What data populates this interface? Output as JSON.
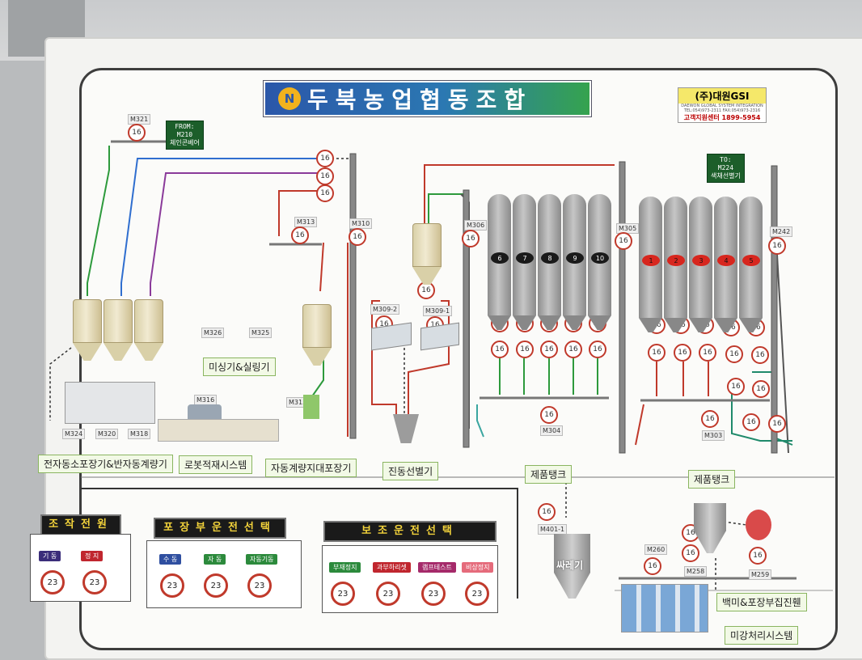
{
  "title": "두북농업협동조합",
  "emblem": "N",
  "brand": {
    "logo": "(주)대원GSI",
    "tagline": "DAEWON GLOBAL SYSTEM INTEGRATION",
    "tel_line": "TEL:054)973-2311 FAX:054)973-2316",
    "support": "고객지원센터",
    "phone": "1899-5954"
  },
  "badge_value": "16",
  "from_box": {
    "line1": "FROM:",
    "line2": "M210",
    "line3": "체인콘베어"
  },
  "to_box": {
    "line1": "TO:",
    "line2": "M224",
    "line3": "색채선별기"
  },
  "tags": {
    "m321": "M321",
    "m313": "M313",
    "m310": "M310",
    "m326": "M326",
    "m325": "M325",
    "m316": "M316",
    "m315": "M315",
    "m324": "M324",
    "m320": "M320",
    "m318": "M318",
    "m306": "M306",
    "m305": "M305",
    "m242": "M242",
    "m309_2": "M309-2",
    "m309_1": "M309-1",
    "m304": "M304",
    "m303": "M303",
    "m401_1": "M401-1",
    "m260": "M260",
    "m258": "M258",
    "m259": "M259"
  },
  "silos_left": [
    "6",
    "7",
    "8",
    "9",
    "10"
  ],
  "silos_right": [
    "1",
    "2",
    "3",
    "4",
    "5"
  ],
  "area_labels": {
    "packing": "전자동소포장기&반자동계량기",
    "robot": "로봇적재시스템",
    "auto_weigh": "자동계량지대포장기",
    "sealing": "미싱기&실링기",
    "vibro": "진동선별기",
    "product_tank_1": "제품탱크",
    "product_tank_2": "제품탱크",
    "fan": "싸레기",
    "rice_dust": "백미&포장부집진휀",
    "bran": "미강처리시스템"
  },
  "control": {
    "power": {
      "title": "조작전원",
      "buttons": [
        {
          "label": "기 동",
          "color": "#3b2d7a"
        },
        {
          "label": "정 지",
          "color": "#c0262e"
        }
      ],
      "lamp": "23"
    },
    "packing": {
      "title": "포장부운전선택",
      "buttons": [
        {
          "label": "수 동",
          "color": "#2f4fa0"
        },
        {
          "label": "자 동",
          "color": "#2c8a3c"
        },
        {
          "label": "자동기동",
          "color": "#2c8a3c"
        }
      ],
      "lamp": "23"
    },
    "aux": {
      "title": "보조운전선택",
      "buttons": [
        {
          "label": "부재정지",
          "color": "#2c8a3c"
        },
        {
          "label": "과부하리셋",
          "color": "#c0262e"
        },
        {
          "label": "램프테스트",
          "color": "#a52a6a"
        },
        {
          "label": "비상정지",
          "color": "#e56b7b"
        }
      ],
      "lamp": "23"
    }
  }
}
